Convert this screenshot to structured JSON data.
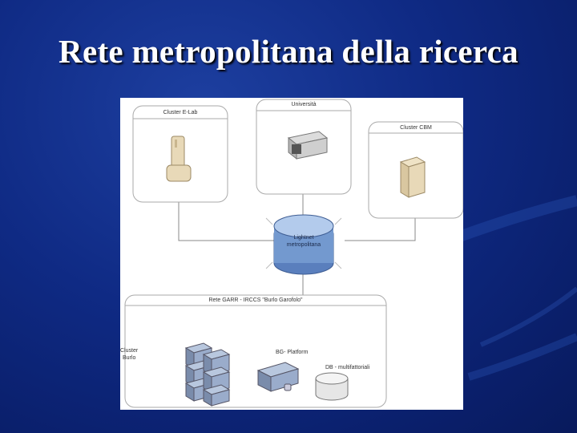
{
  "slide": {
    "title": "Rete metropolitana della ricerca"
  },
  "diagram": {
    "cluster_elab": {
      "title": "Cluster E-Lab"
    },
    "universita": {
      "title": "Università"
    },
    "cluster_cbm": {
      "title": "Cluster CBM"
    },
    "hub": {
      "line1": "Lightnet",
      "line2": "metropolitana"
    },
    "rete_garr": {
      "title": "Rete GARR - IRCCS \"Burlo Garofolo\""
    },
    "cluster_burlo": {
      "line1": "Cluster",
      "line2": "Burlo"
    },
    "bg_platform": {
      "label": "BG- Platform"
    },
    "db": {
      "label": "DB - multifattoriali"
    }
  },
  "colors": {
    "background": "#0f2a84",
    "hub_fill": "#6f93c9",
    "panel_border": "#9a9a9a"
  }
}
